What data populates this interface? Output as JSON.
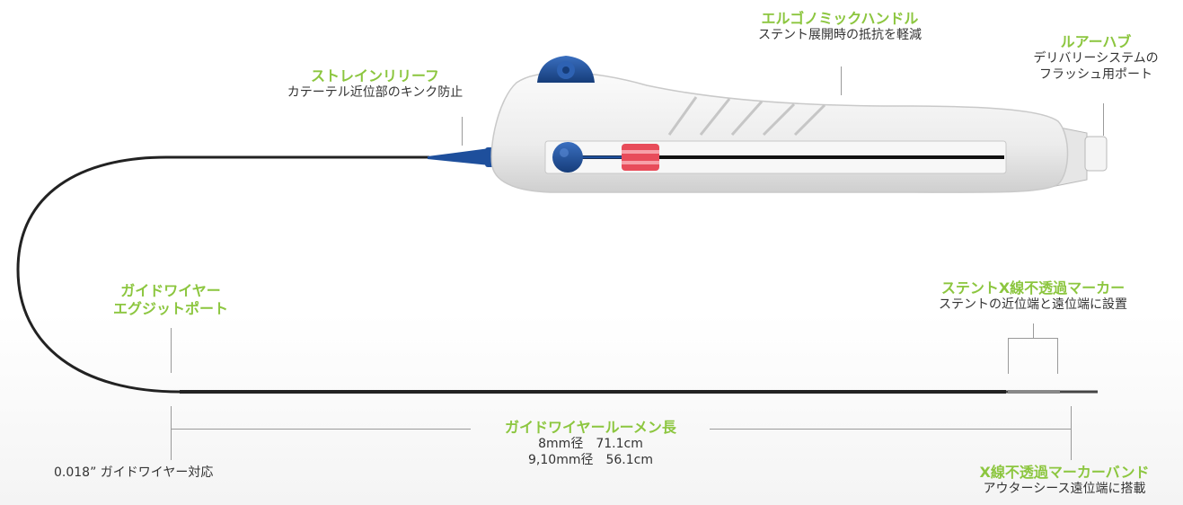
{
  "labels": {
    "handle": {
      "title": "エルゴノミックハンドル",
      "desc": "ステント展開時の抵抗を軽減"
    },
    "luer": {
      "title": "ルアーハブ",
      "desc1": "デリバリーシステムの",
      "desc2": "フラッシュ用ポート"
    },
    "strain": {
      "title": "ストレインリリーフ",
      "desc": "カテーテル近位部のキンク防止"
    },
    "exit": {
      "title1": "ガイドワイヤー",
      "title2": "エグジットポート"
    },
    "stent_marker": {
      "title": "ステントX線不透過マーカー",
      "desc": "ステントの近位端と遠位端に設置"
    },
    "lumen": {
      "title": "ガイドワイヤールーメン長",
      "row1": "8mm径　71.1cm",
      "row2": "9,10mm径　56.1cm"
    },
    "wire": {
      "text": "0.018”  ガイドワイヤー対応"
    },
    "band": {
      "title": "X線不透過マーカーバンド",
      "desc": "アウターシース遠位端に搭載"
    }
  },
  "colors": {
    "label_green": "#8cc63f",
    "text": "#333333",
    "leader": "#9a9a9a",
    "handle_body": "#f2f2f2",
    "knob_blue": "#1e4f9c",
    "slider_red": "#e84c5a",
    "catheter": "#222222"
  }
}
